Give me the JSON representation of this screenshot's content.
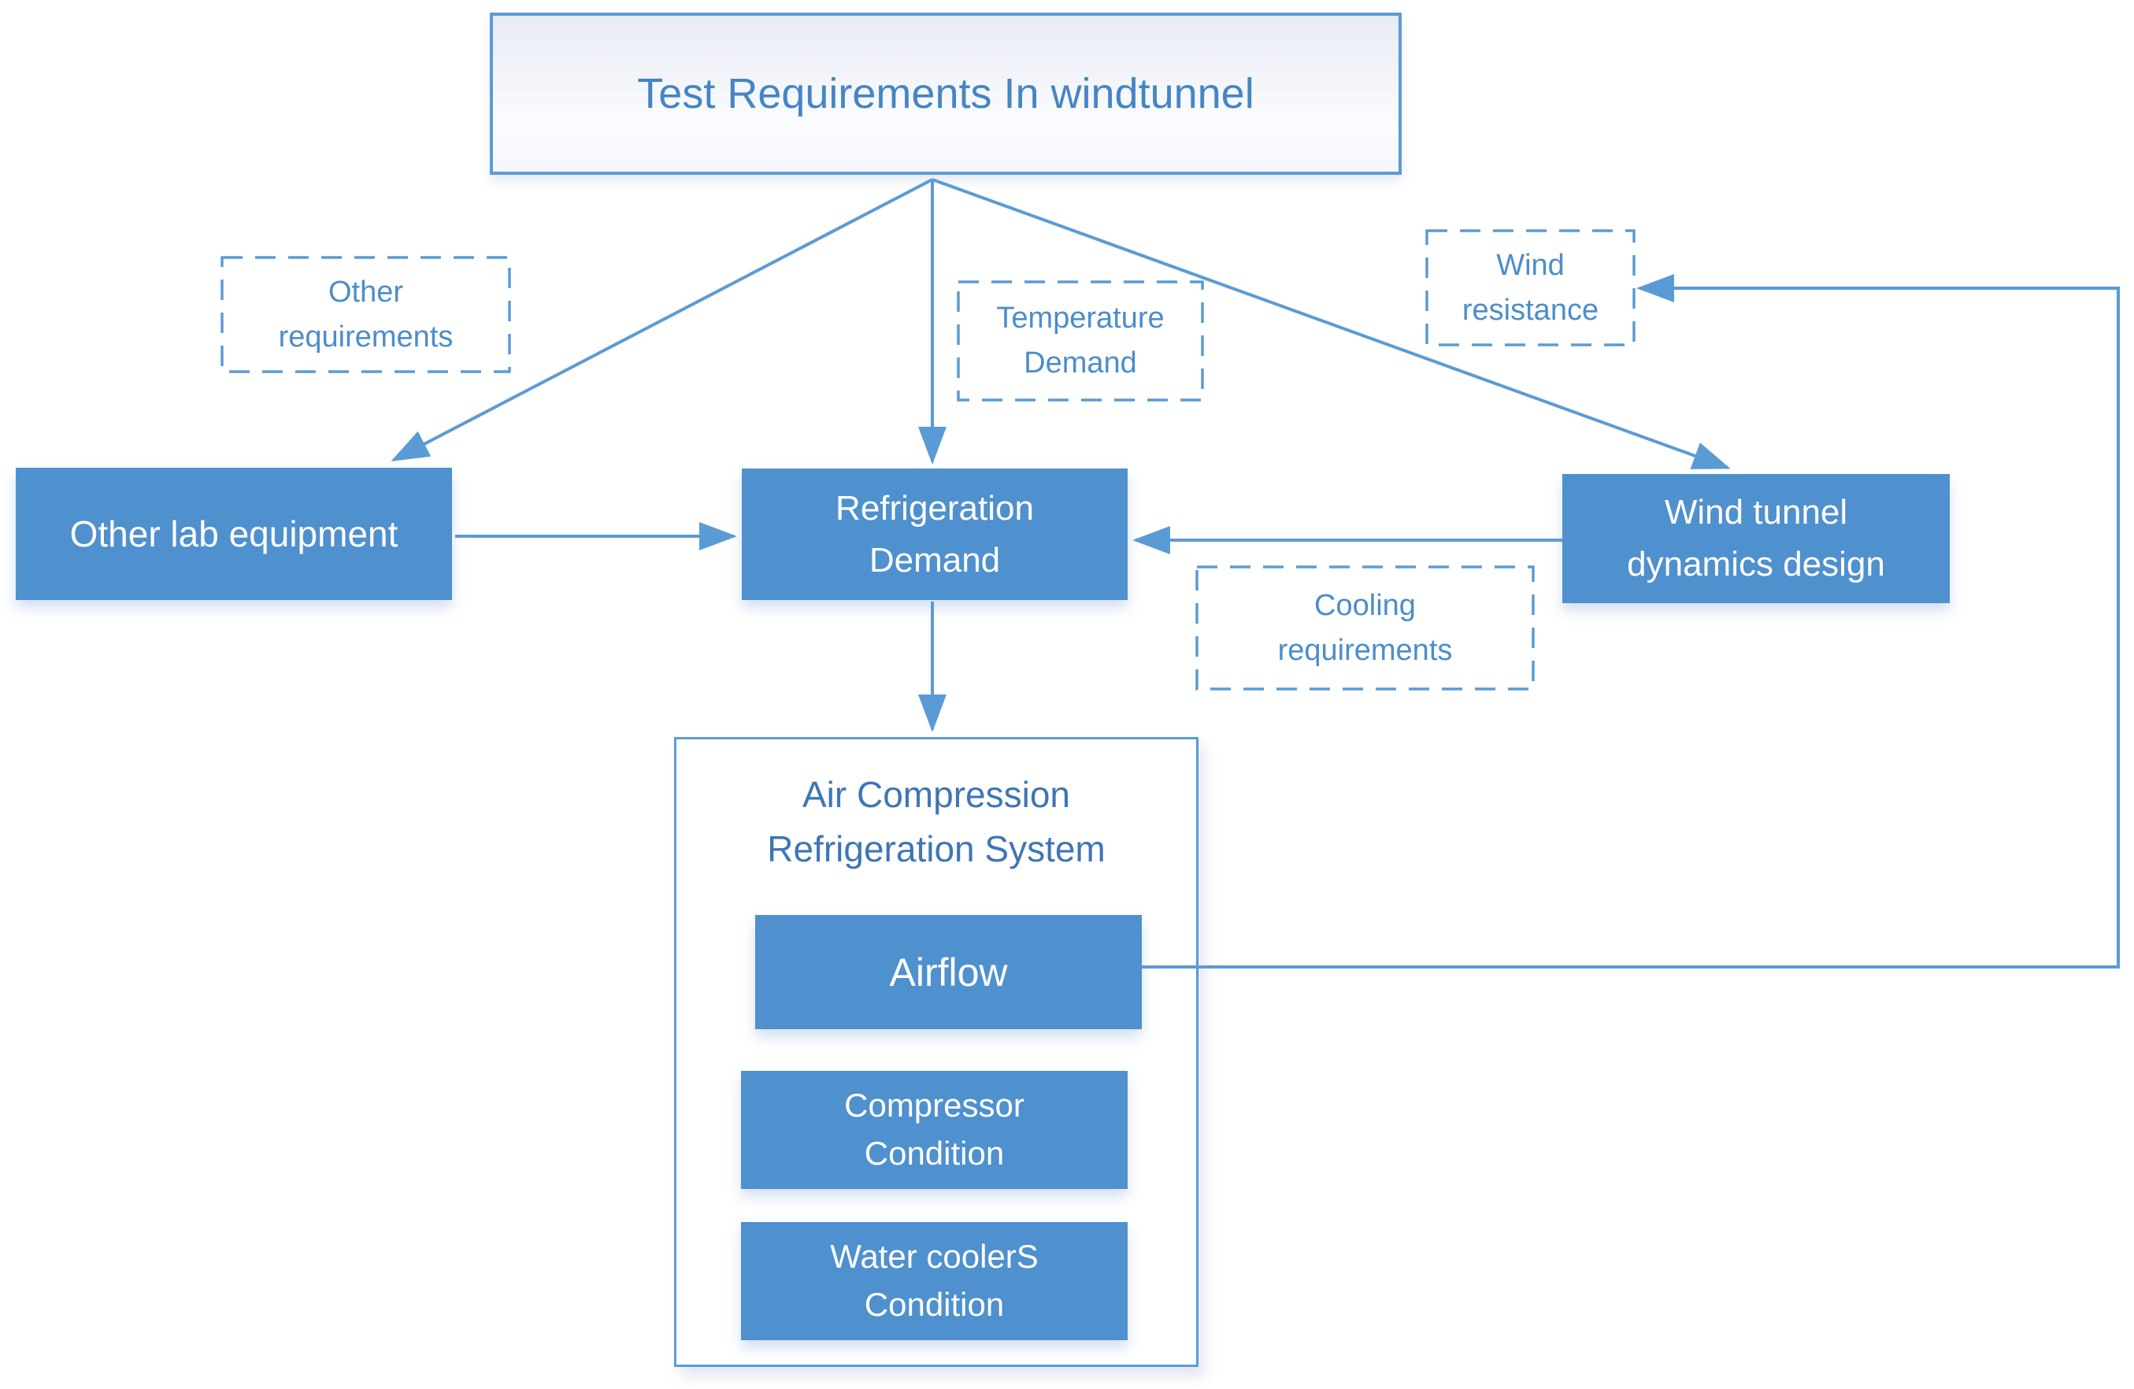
{
  "colors": {
    "accent": "#5b9bd5",
    "node_fill": "#4f90ce",
    "node_text_color": "#ffffff",
    "label_text_color": "#4c8dcb",
    "title_text_color": "#4585c5",
    "container_title_color": "#3e76b6"
  },
  "nodes": {
    "title": {
      "label": "Test Requirements In windtunnel"
    },
    "other_requirements": {
      "label": "Other\nrequirements"
    },
    "temperature_demand": {
      "label": "Temperature\nDemand"
    },
    "wind_resistance": {
      "label": "Wind\nresistance"
    },
    "other_lab_equipment": {
      "label": "Other lab equipment"
    },
    "refrigeration_demand": {
      "label": "Refrigeration\nDemand"
    },
    "wind_tunnel_dynamics_design": {
      "label": "Wind tunnel\ndynamics design"
    },
    "cooling_requirements": {
      "label": "Cooling\nrequirements"
    },
    "air_compression_refrigeration_system": {
      "label": "Air Compression\nRefrigeration System"
    },
    "airflow": {
      "label": "Airflow"
    },
    "compressor_condition": {
      "label": "Compressor\nCondition"
    },
    "water_coolers_condition": {
      "label": "Water coolerS\nCondition"
    }
  }
}
